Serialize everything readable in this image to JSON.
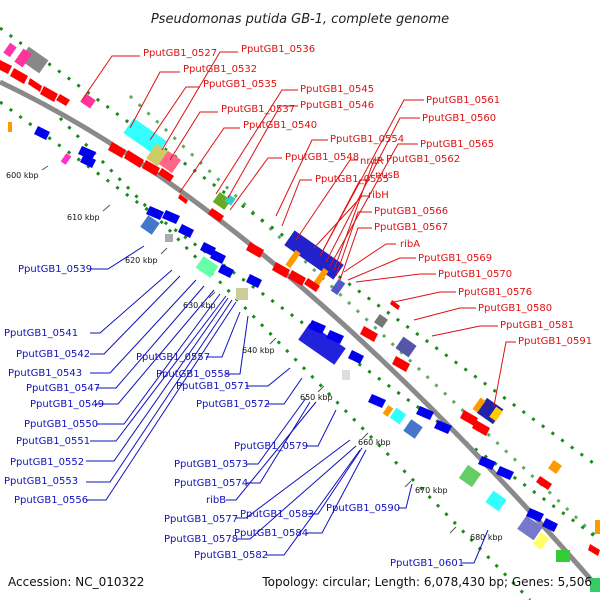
{
  "title": "Pseudomonas putida GB-1, complete genome",
  "footer": {
    "accession": "Accession: NC_010322",
    "summary": "Topology: circular; Length: 6,078,430 bp; Genes: 5,506"
  },
  "colors": {
    "backbone": "#8a8a8a",
    "plus_label": "#dd1111",
    "minus_label": "#1111bb",
    "plus_arrow": "#ff0000",
    "minus_arrow": "#0000ee",
    "track_dots": "#1a8a1a"
  },
  "ticks": [
    "600 kbp",
    "610 kbp",
    "620 kbp",
    "630 kbp",
    "640 kbp",
    "650 kbp",
    "660 kbp",
    "670 kbp",
    "680 kbp"
  ],
  "plus_labels": [
    "PputGB1_0527",
    "PputGB1_0532",
    "PputGB1_0535",
    "PputGB1_0536",
    "PputGB1_0537",
    "PputGB1_0540",
    "PputGB1_0545",
    "PputGB1_0546",
    "PputGB1_0548",
    "PputGB1_0554",
    "nrdR",
    "PputGB1_0555",
    "nusB",
    "ribH",
    "PputGB1_0561",
    "PputGB1_0560",
    "PputGB1_0565",
    "PputGB1_0562",
    "PputGB1_0566",
    "PputGB1_0567",
    "ribA",
    "PputGB1_0569",
    "PputGB1_0570",
    "PputGB1_0576",
    "PputGB1_0580",
    "PputGB1_0581",
    "PputGB1_0591"
  ],
  "minus_labels": [
    "PputGB1_0539",
    "PputGB1_0541",
    "PputGB1_0542",
    "PputGB1_0543",
    "PputGB1_0547",
    "PputGB1_0549",
    "PputGB1_0550",
    "PputGB1_0551",
    "PputGB1_0552",
    "PputGB1_0553",
    "PputGB1_0556",
    "PputGB1_0557",
    "PputGB1_0558",
    "PputGB1_0571",
    "PputGB1_0572",
    "PputGB1_0573",
    "PputGB1_0574",
    "ribB",
    "PputGB1_0577",
    "PputGB1_0578",
    "PputGB1_0582",
    "PputGB1_0579",
    "PputGB1_0583",
    "PputGB1_0584",
    "PputGB1_0590",
    "PputGB1_0601"
  ]
}
